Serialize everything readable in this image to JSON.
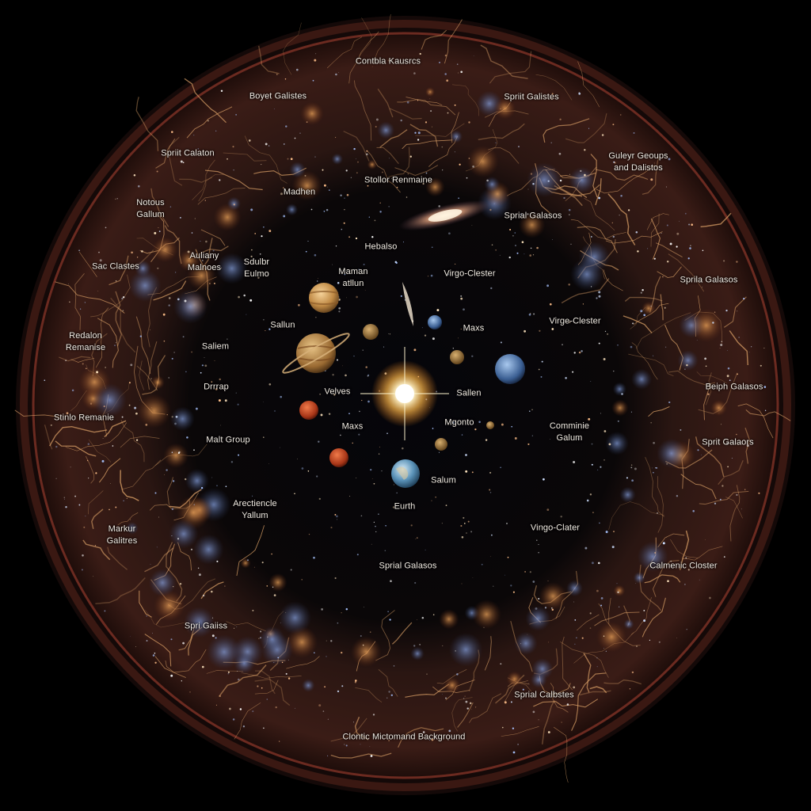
{
  "colors": {
    "background": "#000000",
    "outer_ring": "#6b2a20",
    "ring_fill": "#2a1612",
    "web_filament": "#e0a56a",
    "inner_space": "#05050a",
    "sun": "#fff6d0",
    "label": "#f2ece4"
  },
  "labels": {
    "top": "Contbla Kausrcs",
    "boyet": "Boyet Galistes",
    "spriit_top_right": "Spriit Galistes",
    "spriit_calaton": "Spriit Calaton",
    "guleyr": "Guleyr Geoups\nand Dalistos",
    "notous": "Notous\nGallum",
    "madhen": "Madhen",
    "stollor": "Stollor Renmaine",
    "sprial_galasos_upper": "Sprial Galasos",
    "sac_clastes": "Sac Clastes",
    "auliany": "Auliany\nMalnoes",
    "sdulbr": "Sdulbr\nEulmo",
    "hebalso": "Hebalso",
    "maman": "Maman\natllun",
    "virgo_clester_upper": "Virgo-Clester",
    "sprila_galasos": "Sprila Galasos",
    "redalon": "Redalon\nRemanise",
    "sallun_left": "Sallun",
    "maxs_upper": "Maxs",
    "virge_clester": "Virge-Clester",
    "saliem": "Saliem",
    "beiph": "Beiph Galasos",
    "drrrap": "Drrrap",
    "velves": "Velves",
    "sallen": "Sallen",
    "stinlo": "Stinlo Remanie",
    "maxs_lower": "Maxs",
    "mgonto": "Mgonto",
    "comminie": "Comminie\nGalum",
    "sprit_galaors": "Sprit Galaors",
    "malt_group": "Malt Group",
    "salum": "Salum",
    "arectiencle": "Arectiencle\nYallum",
    "eurth": "Eurth",
    "markur": "Markur\nGalitres",
    "vingo": "Vingo-Clater",
    "sprial_galasos_lower": "Sprial Galasos",
    "calmenic": "Calmenic Closter",
    "spri_gaiiss": "Spri Gaiiss",
    "sprial_calbstes": "Sprial Calbstes",
    "bottom": "Clontic Mictomand Background"
  }
}
